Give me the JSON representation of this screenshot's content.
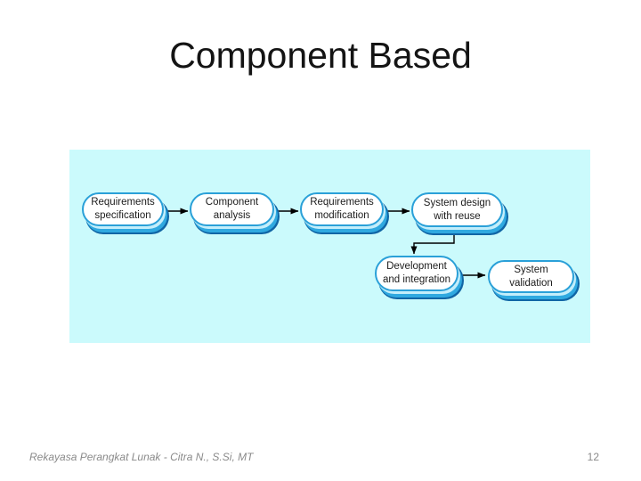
{
  "slide": {
    "title": "Component Based",
    "footer": "Rekayasa Perangkat Lunak - Citra N., S.Si, MT",
    "page_number": "12"
  },
  "diagram": {
    "type": "flowchart",
    "background_color": "#CBFAFC",
    "node_fill_color": "#FFFFFF",
    "node_border_color": "#2AA0D8",
    "node_shadow_colors": [
      "#C3EEFB",
      "#2FA9E0",
      "#1065A5"
    ],
    "arrow_color": "#000000",
    "nodes": [
      {
        "id": "requirements-specification",
        "label": "Requirements\nspecification"
      },
      {
        "id": "component-analysis",
        "label": "Component\nanalysis"
      },
      {
        "id": "requirements-modification",
        "label": "Requirements\nmodification"
      },
      {
        "id": "system-design-with-reuse",
        "label": "System design\nwith reuse"
      },
      {
        "id": "development-and-integration",
        "label": "Development\nand integration"
      },
      {
        "id": "system-validation",
        "label": "System\nvalidation"
      }
    ],
    "edges": [
      {
        "from": "requirements-specification",
        "to": "component-analysis"
      },
      {
        "from": "component-analysis",
        "to": "requirements-modification"
      },
      {
        "from": "requirements-modification",
        "to": "system-design-with-reuse"
      },
      {
        "from": "system-design-with-reuse",
        "to": "development-and-integration"
      },
      {
        "from": "development-and-integration",
        "to": "system-validation"
      }
    ]
  }
}
